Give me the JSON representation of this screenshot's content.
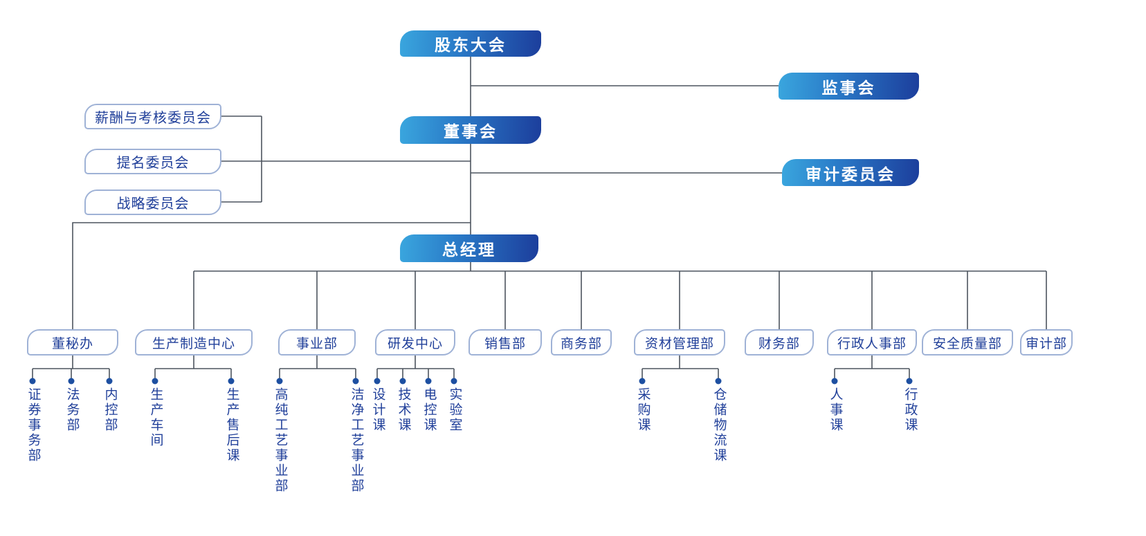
{
  "colors": {
    "box_gradient_start": "#3AA6DE",
    "box_gradient_end": "#1C3E9C",
    "box_text": "#FFFFFF",
    "outline_border": "#9FB2D6",
    "blue_text": "#21409A",
    "connector_line": "#4C545E",
    "dot": "#1D4FA1"
  },
  "top_nodes": {
    "shareholders_meeting": "股东大会",
    "supervisory_board": "监事会",
    "board_of_directors": "董事会",
    "audit_committee": "审计委员会",
    "general_manager": "总经理"
  },
  "committees": [
    "薪酬与考核委员会",
    "提名委员会",
    "战略委员会"
  ],
  "departments": [
    "董秘办",
    "生产制造中心",
    "事业部",
    "研发中心",
    "销售部",
    "商务部",
    "资材管理部",
    "财务部",
    "行政人事部",
    "安全质量部",
    "审计部"
  ],
  "sub_departments": {
    "board_secretary_office": [
      "证券事务部",
      "法务部",
      "内控部"
    ],
    "production_center": [
      "生产车间",
      "生产售后课"
    ],
    "business_division": [
      "高纯工艺事业部",
      "洁净工艺事业部"
    ],
    "rd_center": [
      "设计课",
      "技术课",
      "电控课",
      "实验室"
    ],
    "materials_management": [
      "采购课",
      "仓储物流课"
    ],
    "admin_hr": [
      "人事课",
      "行政课"
    ]
  }
}
